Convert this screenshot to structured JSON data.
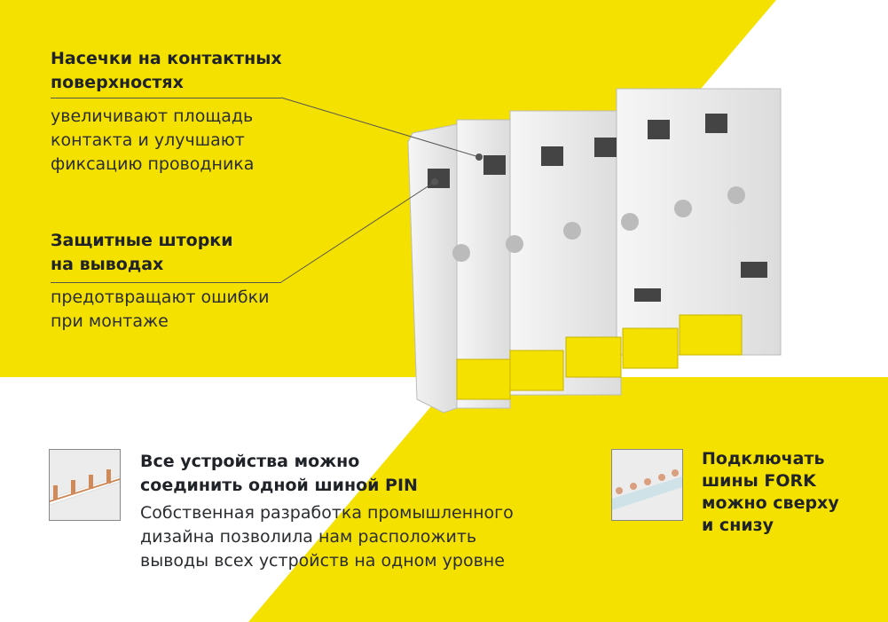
{
  "colors": {
    "accent": "#f5e100",
    "text": "#1f2328"
  },
  "callouts": [
    {
      "title_lines": [
        "Насечки на контактных",
        "поверхностях"
      ],
      "body_lines": [
        "увеличивают площадь",
        "контакта и улучшают",
        "фиксацию проводника"
      ]
    },
    {
      "title_lines": [
        "Защитные шторки",
        "на выводах"
      ],
      "body_lines": [
        "предотвращают ошибки",
        "при монтаже"
      ]
    }
  ],
  "features": [
    {
      "icon": "pin-busbar-image",
      "title_lines": [
        "Все устройства можно",
        "соединить одной шиной PIN"
      ],
      "body_lines": [
        "Собственная разработка промышленного",
        "дизайна позволила нам расположить",
        "выводы всех устройств на одном уровне"
      ]
    },
    {
      "icon": "fork-busbar-image",
      "title_lines": [
        "Подключать",
        "шины FORK",
        "можно сверху",
        "и снизу"
      ]
    }
  ]
}
